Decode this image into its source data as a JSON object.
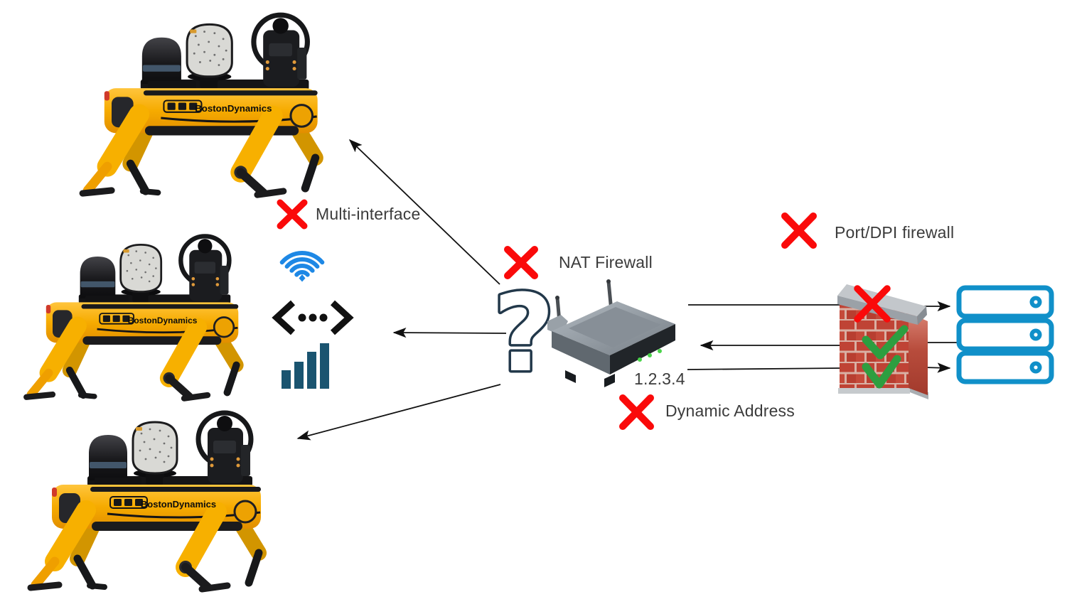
{
  "diagram": {
    "type": "network-architecture-diagram",
    "background": "#ffffff",
    "robots": [
      {
        "id": "spot-robot-1",
        "brand": "BostonDynamics"
      },
      {
        "id": "spot-robot-2",
        "brand": "BostonDynamics"
      },
      {
        "id": "spot-robot-3",
        "brand": "BostonDynamics"
      }
    ],
    "labels": {
      "multi_interface": "Multi-interface",
      "nat_firewall": "NAT Firewall",
      "router_ip": "1.2.3.4",
      "dynamic_address": "Dynamic Address",
      "port_dpi_firewall": "Port/DPI firewall",
      "question_mark_glyph": "?"
    },
    "icons": {
      "multi_interface_status": "red-x-icon",
      "nat_firewall_status": "red-x-icon",
      "dynamic_address_status": "red-x-icon",
      "port_dpi_firewall_status": "red-x-icon",
      "firewall_blocked_rule": "red-x-icon",
      "firewall_allowed_rule_1": "green-check-icon",
      "firewall_allowed_rule_2": "green-check-icon",
      "wifi": "wifi-icon",
      "peer_link": "angle-brackets-dots-icon",
      "signal_strength": "signal-bars-icon",
      "unknown_connectivity": "question-mark-icon"
    },
    "colors": {
      "red_x": "#fa0a0a",
      "wifi_blue": "#1e88e5",
      "signal_bars_blue": "#1a5470",
      "question_mark_navy": "#22384a",
      "server_blue": "#1090c9",
      "brick_red": "#bf4335",
      "check_green": "#2d9e40",
      "robot_yellow": "#f6ab00",
      "arrow_black": "#111111",
      "label_text": "#3b3b3b"
    }
  }
}
